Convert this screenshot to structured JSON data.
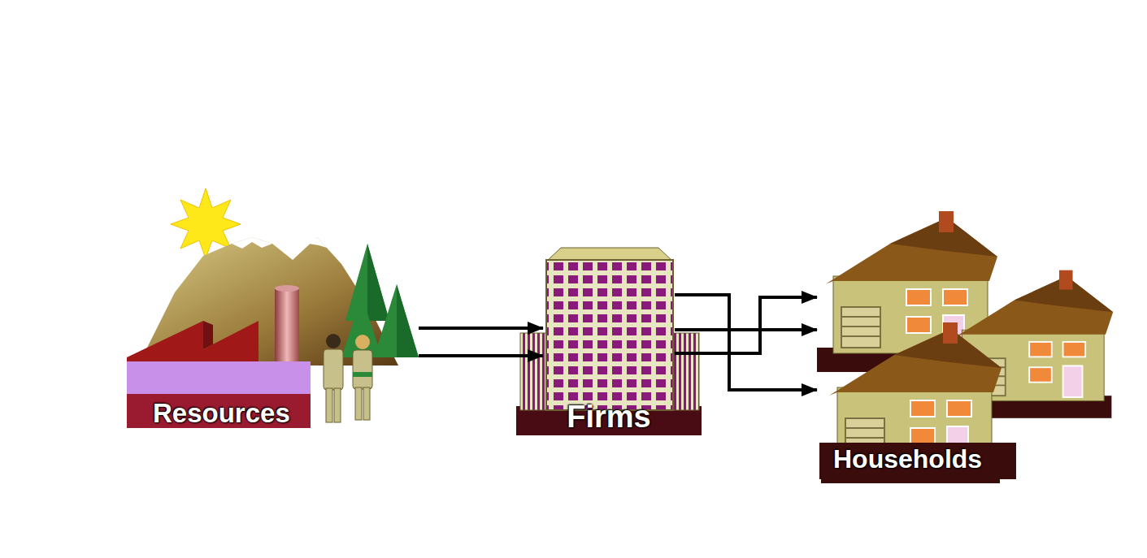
{
  "diagram": {
    "nodes": [
      {
        "text": [
          "Resources"
        ]
      },
      {
        "text": [
          "Firms"
        ]
      },
      {
        "text": [
          "Households"
        ]
      }
    ],
    "edges": [
      {
        "from": 0,
        "to": 1,
        "arrow": "to"
      },
      {
        "from": 0,
        "to": 1,
        "arrow": "to"
      },
      {
        "from": 1,
        "to": 2,
        "arrow": "to"
      },
      {
        "from": 1,
        "to": 2,
        "arrow": "to"
      },
      {
        "from": 1,
        "to": 2,
        "arrow": "to"
      }
    ]
  }
}
